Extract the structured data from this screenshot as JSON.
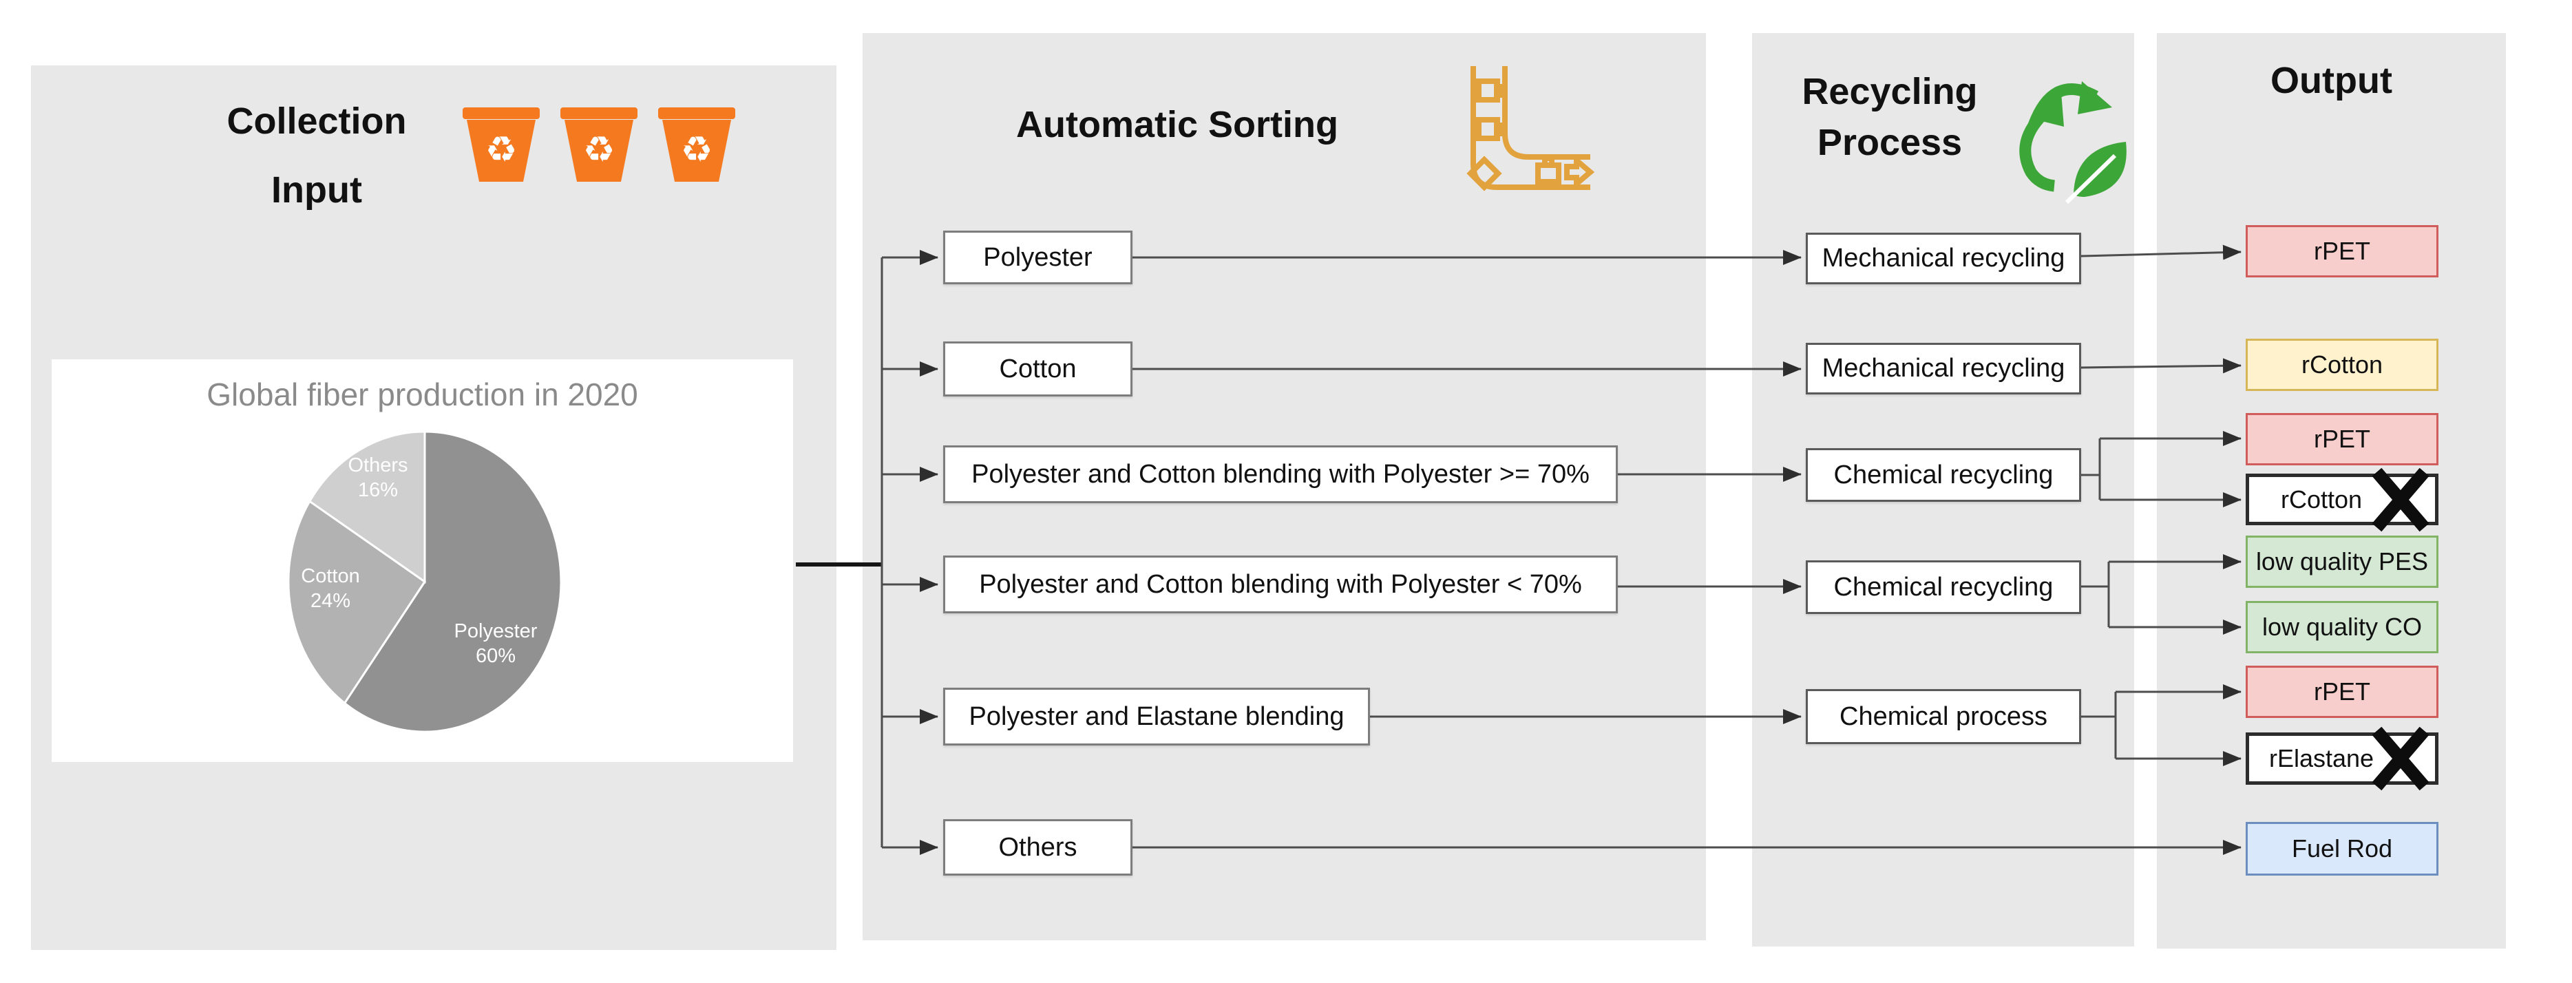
{
  "panels": {
    "collection": {
      "title_line1": "Collection",
      "title_line2": "Input"
    },
    "sorting": {
      "title": "Automatic Sorting",
      "items": [
        "Polyester",
        "Cotton",
        "Polyester and Cotton blending with Polyester >= 70%",
        "Polyester and Cotton blending with Polyester < 70%",
        "Polyester and Elastane blending",
        "Others"
      ]
    },
    "process": {
      "title_line1": "Recycling",
      "title_line2": "Process",
      "items": [
        "Mechanical recycling",
        "Mechanical recycling",
        "Chemical recycling",
        "Chemical recycling",
        "Chemical process"
      ]
    },
    "output": {
      "title": "Output",
      "items": [
        {
          "label": "rPET",
          "style": "red"
        },
        {
          "label": "rCotton",
          "style": "yellow"
        },
        {
          "label": "rPET",
          "style": "red"
        },
        {
          "label": "rCotton",
          "style": "crossed"
        },
        {
          "label": "low quality PES",
          "style": "green"
        },
        {
          "label": "low quality CO",
          "style": "green"
        },
        {
          "label": "rPET",
          "style": "red"
        },
        {
          "label": "rElastane",
          "style": "crossed"
        },
        {
          "label": "Fuel Rod",
          "style": "blue"
        }
      ]
    }
  },
  "chart_data": {
    "type": "pie",
    "title": "Global fiber production in 2020",
    "labels": [
      "Polyester",
      "Cotton",
      "Others"
    ],
    "values": [
      60,
      24,
      16
    ],
    "value_labels": [
      "60%",
      "24%",
      "16%"
    ],
    "colors": [
      "#919191",
      "#b2b2b2",
      "#cfcfcf"
    ],
    "start_angle_deg": 0,
    "direction": "clockwise",
    "legend": "none"
  },
  "icons": {
    "recycle_bin": "♻"
  },
  "colors": {
    "panel_bg": "#e8e8e8",
    "red_fill": "#f8cecc",
    "red_border": "#d05c5c",
    "yellow_fill": "#fff2cc",
    "yellow_border": "#d6b656",
    "green_fill": "#d5e8d4",
    "green_border": "#82b366",
    "blue_fill": "#dae8fc",
    "blue_border": "#6c8ebf",
    "bin_orange": "#f4791f",
    "conveyor_amber": "#e2a33e",
    "recycle_green": "#3da639",
    "connector": "#4d4d4d"
  }
}
